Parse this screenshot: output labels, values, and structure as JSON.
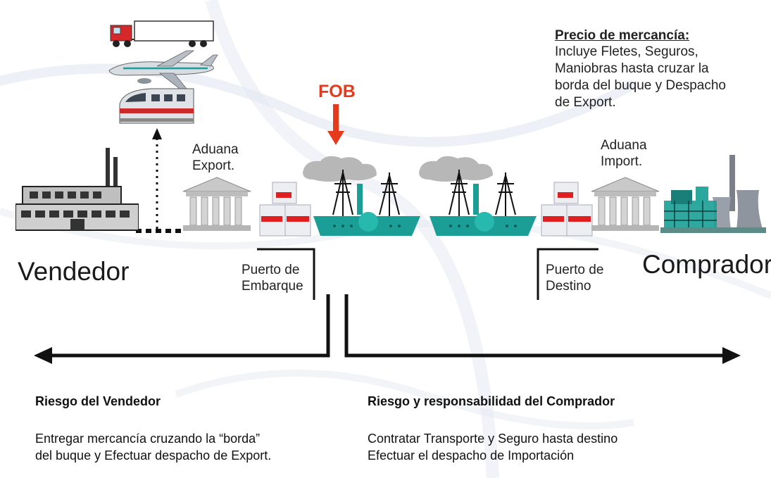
{
  "fob": "FOB",
  "price_note": {
    "title": "Precio de mercancía:",
    "lines": [
      "Incluye Fletes, Seguros,",
      "Maniobras hasta cruzar la",
      "borda del buque y Despacho",
      "de Export."
    ]
  },
  "customs_export": {
    "line1": "Aduana",
    "line2": "Export."
  },
  "customs_import": {
    "line1": "Aduana",
    "line2": "Import."
  },
  "seller": "Vendedor",
  "buyer": "Comprador",
  "port_origin": {
    "line1": "Puerto de",
    "line2": "Embarque"
  },
  "port_destination": {
    "line1": "Puerto de",
    "line2": "Destino"
  },
  "seller_risk": {
    "title": "Riesgo del Vendedor",
    "lines": [
      "Entregar mercancía cruzando la “borda”",
      "del buque y Efectuar despacho de Export."
    ]
  },
  "buyer_risk": {
    "title": "Riesgo y responsabilidad del Comprador",
    "lines": [
      "Contratar Transporte y Seguro hasta destino",
      "Efectuar el despacho de Importación"
    ]
  },
  "colors": {
    "fob": "#e63a1c",
    "ship": "#1b9e95",
    "box_red": "#e02020",
    "line": "#111111"
  }
}
